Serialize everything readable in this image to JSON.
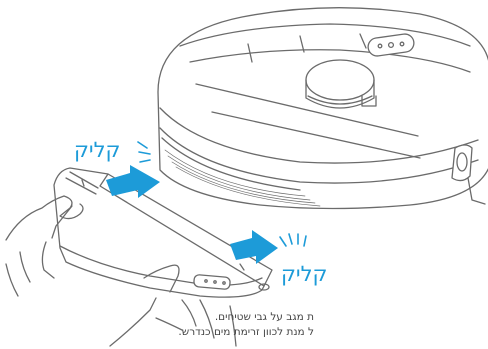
{
  "colors": {
    "accent": "#1d9bd8",
    "outline": "#6b6b6b"
  },
  "illustration": {
    "icons": [
      "robot-vacuum-icon",
      "mop-tray-icon",
      "hand-icon",
      "arrow-icon",
      "click-sound-icon"
    ]
  },
  "labels": {
    "click_top": "קליק",
    "click_bottom": "קליק"
  },
  "captions": {
    "line1": "ת מגב על גבי שטיחים.",
    "line2": "ל מנת לכוון זרימת מים כנדרש."
  }
}
